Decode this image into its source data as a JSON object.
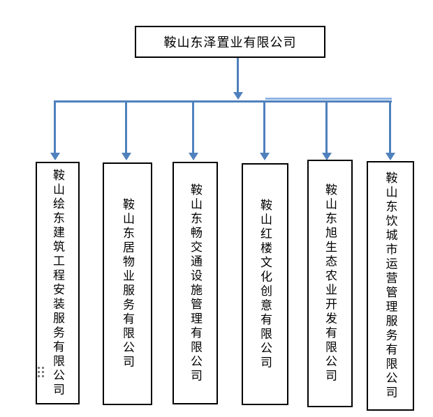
{
  "org_chart": {
    "root": {
      "label": "鞍山东泽置业有限公司"
    },
    "children": [
      {
        "label": "鞍山绘东建筑工程安装服务有限公司"
      },
      {
        "label": "鞍山东居物业服务有限公司"
      },
      {
        "label": "鞍山东畅交通设施管理有限公司"
      },
      {
        "label": "鞍山红楼文化创意有限公司"
      },
      {
        "label": "鞍山东旭生态农业开发有限公司"
      },
      {
        "label": "鞍山东饮城市运营管理服务有限公司"
      }
    ]
  },
  "icons": {
    "dots_grid": "2x3 gray dot grid handle"
  },
  "colors": {
    "connector": "#4f81bd",
    "connector_light": "#8eb4e3",
    "border": "#000000",
    "text": "#000000",
    "canvas_bg": "#ffffff",
    "dots": "#7f7f7f"
  }
}
